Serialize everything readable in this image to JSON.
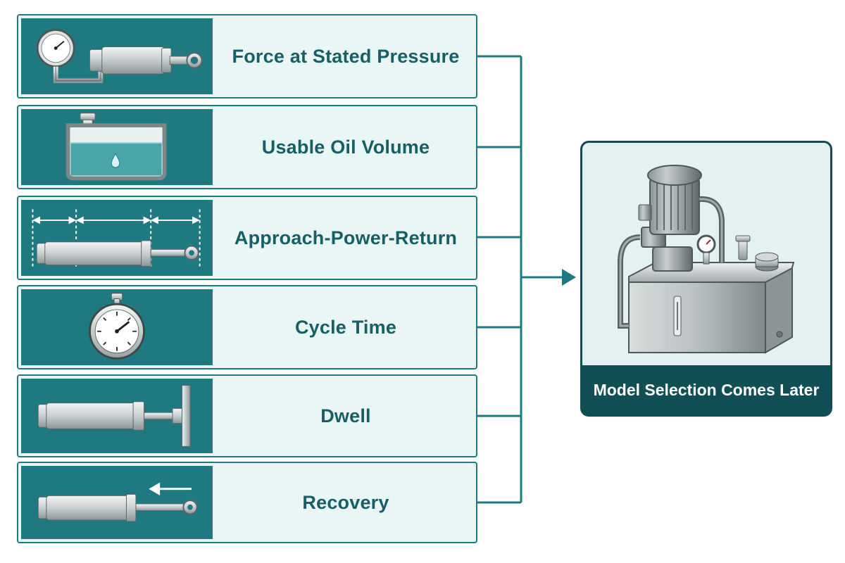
{
  "factors": [
    {
      "label": "Force at Stated Pressure",
      "icon": "pressure-gauge-cylinder-icon"
    },
    {
      "label": "Usable Oil Volume",
      "icon": "oil-reservoir-icon"
    },
    {
      "label": "Approach-Power-Return",
      "icon": "cylinder-stroke-segments-icon"
    },
    {
      "label": "Cycle Time",
      "icon": "stopwatch-icon"
    },
    {
      "label": "Dwell",
      "icon": "cylinder-pressing-plate-icon"
    },
    {
      "label": "Recovery",
      "icon": "cylinder-retract-icon"
    }
  ],
  "result": {
    "label": "Model Selection Comes Later",
    "icon": "hydraulic-power-unit-icon"
  },
  "colors": {
    "teal_dark": "#124f55",
    "teal": "#1e7a80",
    "teal_light_bg": "#eaf6f6",
    "text_teal": "#165f66",
    "connector": "#1d7b80"
  }
}
